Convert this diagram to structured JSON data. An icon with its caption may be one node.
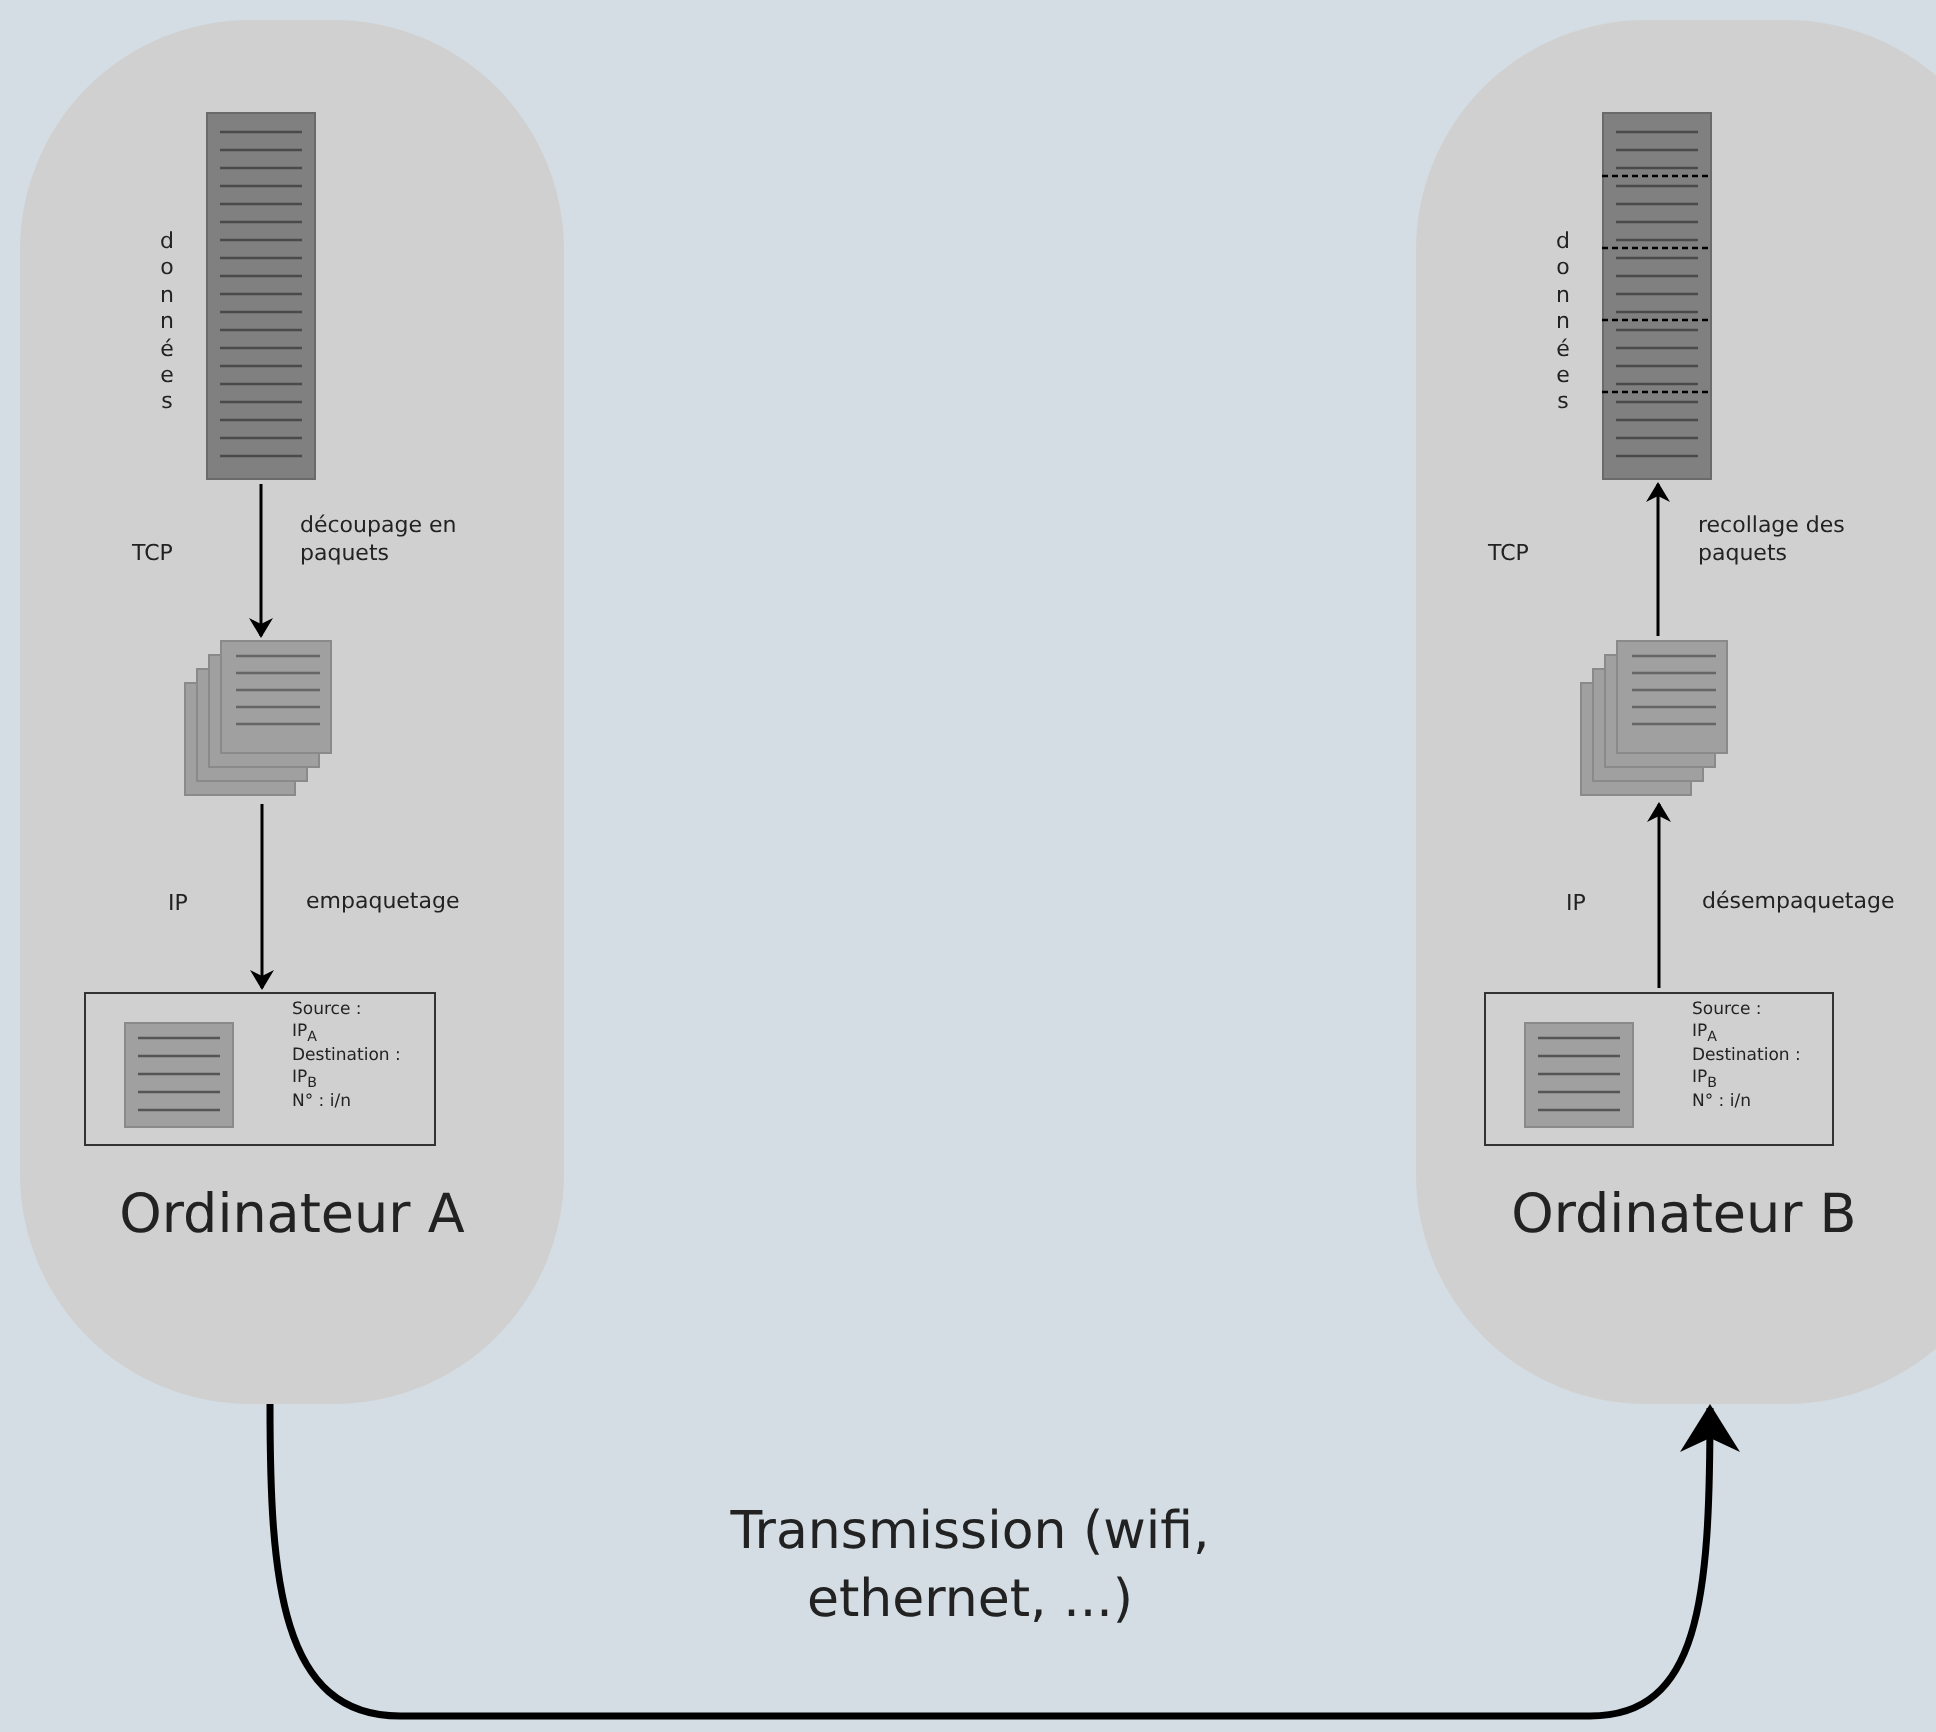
{
  "diagram": {
    "nodes": [
      {
        "text": [
          "Ordinateur A"
        ]
      },
      {
        "text": [
          "données"
        ],
        "in": 0
      },
      {
        "text": [],
        "shape": "picture",
        "in": 0
      },
      {
        "text": [
          "Source :",
          "IP$_{A}$",
          "Destination :",
          "IP$_{B}$",
          "N° : i/n"
        ],
        "in": 0
      },
      {
        "text": [
          "Ordinateur B"
        ]
      },
      {
        "text": [
          "données"
        ],
        "in": 4
      },
      {
        "text": [],
        "shape": "picture",
        "in": 4
      },
      {
        "text": [
          "Source :",
          "IP$_{A}$",
          "Destination :",
          "IP$_{B}$",
          "N° : i/n"
        ],
        "in": 4
      }
    ],
    "edges": [
      {
        "from": 1,
        "to": 2,
        "arrow": "to",
        "label": "découpage en paquets"
      },
      {
        "from": 2,
        "to": 3,
        "arrow": "to",
        "label": "empaquetage"
      },
      {
        "from": 7,
        "to": 6,
        "arrow": "to",
        "label": "désempaquetage"
      },
      {
        "from": 6,
        "to": 5,
        "arrow": "to",
        "label": "recollage des paquets"
      },
      {
        "from": 0,
        "to": 4,
        "arrow": "to",
        "style": "thick",
        "label": "Transmission (wifi, ethernet, ...)"
      }
    ],
    "labels": [
      "TCP",
      "IP",
      "TCP",
      "IP"
    ]
  }
}
